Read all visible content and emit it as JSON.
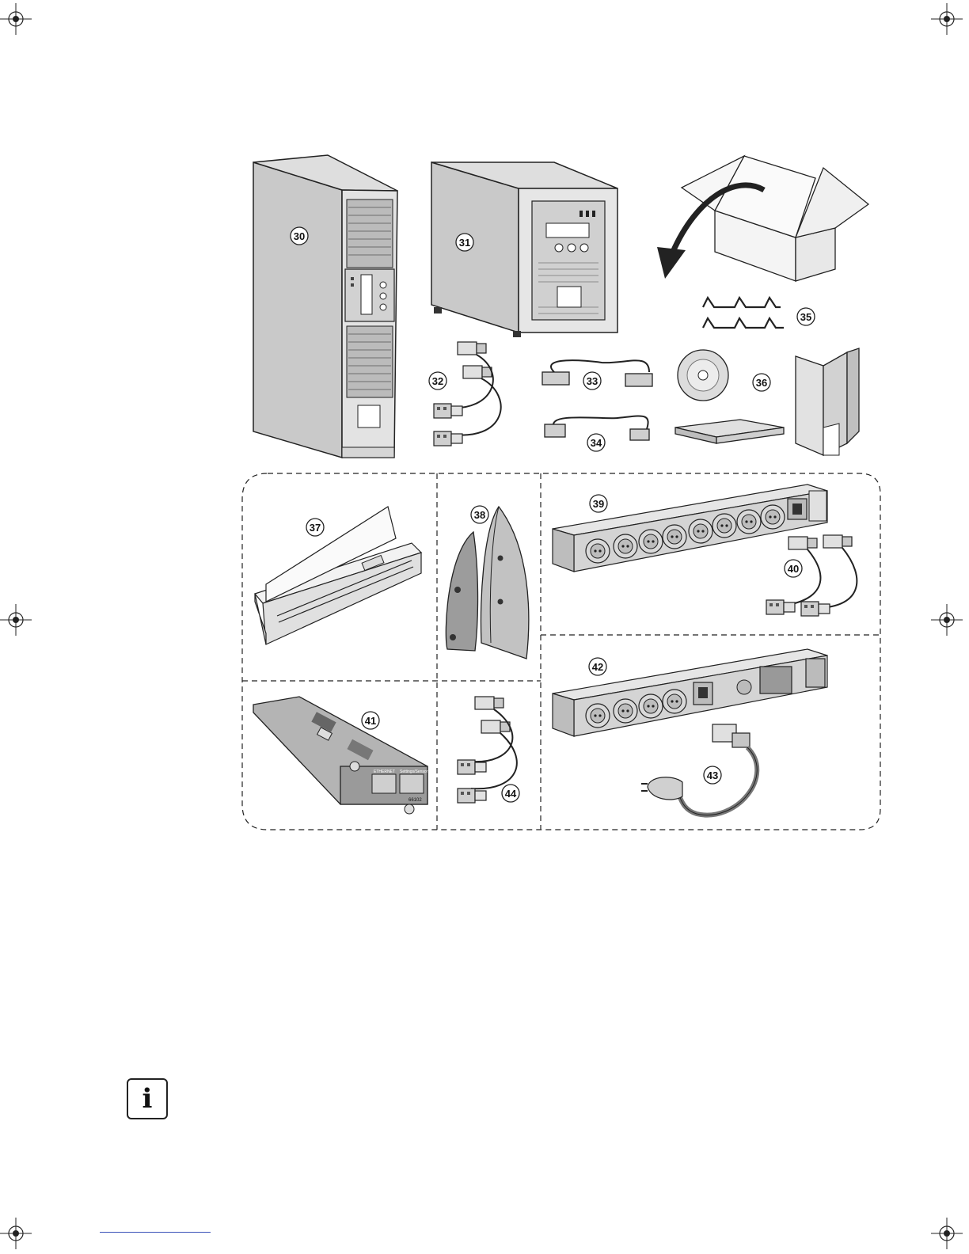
{
  "figure": {
    "callouts": [
      {
        "id": "c30",
        "label": "30"
      },
      {
        "id": "c31",
        "label": "31"
      },
      {
        "id": "c32",
        "label": "32"
      },
      {
        "id": "c33",
        "label": "33"
      },
      {
        "id": "c34",
        "label": "34"
      },
      {
        "id": "c35",
        "label": "35"
      },
      {
        "id": "c36",
        "label": "36"
      },
      {
        "id": "c37",
        "label": "37"
      },
      {
        "id": "c38",
        "label": "38"
      },
      {
        "id": "c39",
        "label": "39"
      },
      {
        "id": "c40",
        "label": "40"
      },
      {
        "id": "c41",
        "label": "41"
      },
      {
        "id": "c42",
        "label": "42"
      },
      {
        "id": "c43",
        "label": "43"
      },
      {
        "id": "c44",
        "label": "44"
      }
    ],
    "card_text": {
      "ethernet": "ETHERNET",
      "settings": "Settings/Sensor",
      "model": "66102"
    }
  },
  "info_icon": {
    "glyph": "i",
    "icon": "info-icon"
  },
  "colors": {
    "line": "#222222",
    "fill_light": "#e6e6e6",
    "fill_mid": "#c8c8c8",
    "fill_dark": "#9a9a9a",
    "footer_rule": "#3a52b8"
  }
}
